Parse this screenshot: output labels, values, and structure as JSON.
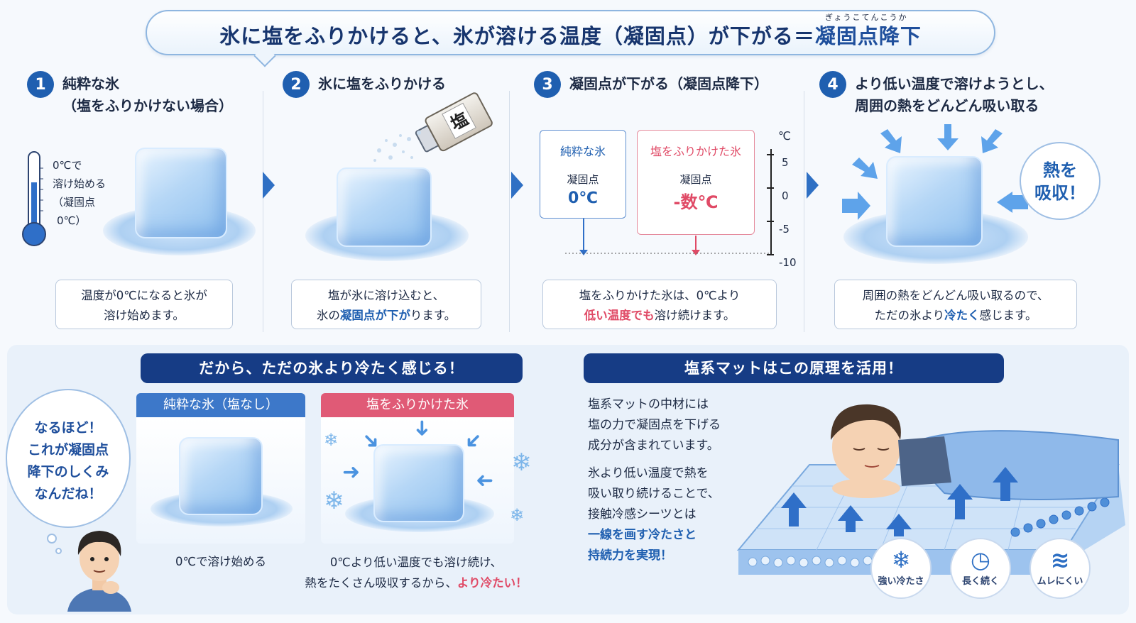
{
  "header": {
    "title_main": "氷に塩をふりかけると、氷が溶ける温度（凝固点）が下がる＝",
    "title_term": "凝固点降下",
    "ruby": "ぎょうこてんこうか"
  },
  "steps": [
    {
      "num": "1",
      "title_1": "純粋な氷",
      "title_2": "（塩をふりかけない場合）",
      "caption_1": "温度が0℃になると氷が",
      "caption_2": "溶け始めます。"
    },
    {
      "num": "2",
      "title_1": "氷に塩をふりかける",
      "caption_1": "塩が氷に溶け込むと、",
      "caption_2a": "氷の",
      "caption_2b": "凝固点が下が",
      "caption_2c": "ります。"
    },
    {
      "num": "3",
      "title_1": "凝固点が下がる（凝固点降下）",
      "caption_1": "塩をふりかけた氷は、0℃より",
      "caption_2a": "低い温度でも",
      "caption_2b": "溶け続けます。"
    },
    {
      "num": "4",
      "title_1": "より低い温度で溶けようとし、",
      "title_2": "周囲の熱をどんどん吸い取る",
      "caption_1": "周囲の熱をどんどん吸い取るので、",
      "caption_2a": "ただの氷より",
      "caption_2b": "冷たく",
      "caption_2c": "感じます。"
    }
  ],
  "thermometer": {
    "l1": "0℃で",
    "l2": "溶け始める",
    "l3": "（凝固点",
    "l4": "0℃）"
  },
  "salt_label": "塩",
  "compare": {
    "pure": {
      "label": "純粋な氷",
      "sub": "凝固点",
      "value": "0℃"
    },
    "salted": {
      "label": "塩をふりかけた氷",
      "sub": "凝固点",
      "value": "-数℃"
    },
    "unit": "℃",
    "ticks": [
      "5",
      "0",
      "-5",
      "-10"
    ]
  },
  "heat_bubble": {
    "l1": "熱を",
    "l2": "吸収！"
  },
  "bottom_left": {
    "banner": "だから、ただの氷より冷たく感じる！",
    "pure_head": "純粋な氷（塩なし）",
    "salted_head": "塩をふりかけた氷",
    "pure_caption": "0℃で溶け始める",
    "salted_caption_1": "0℃より低い温度でも溶け続け、",
    "salted_caption_2a": "熱をたくさん吸収するから、",
    "salted_caption_2b": "より冷たい！",
    "thought_1": "なるほど！",
    "thought_2": "これが凝固点",
    "thought_3": "降下のしくみ",
    "thought_4": "なんだね！"
  },
  "bottom_right": {
    "banner": "塩系マットはこの原理を活用！",
    "p1_1": "塩系マットの中材には",
    "p1_2": "塩の力で凝固点を下げる",
    "p1_3": "成分が含まれています。",
    "p2_1": "氷より低い温度で熱を",
    "p2_2": "吸い取り続けることで、",
    "p2_3": "接触冷感シーツとは",
    "p2_4": "一線を画す冷たさと",
    "p2_5": "持続力を実現！",
    "badges": [
      {
        "icon": "snowflake-icon",
        "label": "強い冷たさ"
      },
      {
        "icon": "timer-icon",
        "label": "長く続く"
      },
      {
        "icon": "waves-icon",
        "label": "ムレにくい"
      }
    ]
  },
  "colors": {
    "navy": "#163c85",
    "blue": "#1f5fb0",
    "red": "#e04a66",
    "pure_head": "#3d78c9",
    "salted_head": "#e05a76"
  }
}
